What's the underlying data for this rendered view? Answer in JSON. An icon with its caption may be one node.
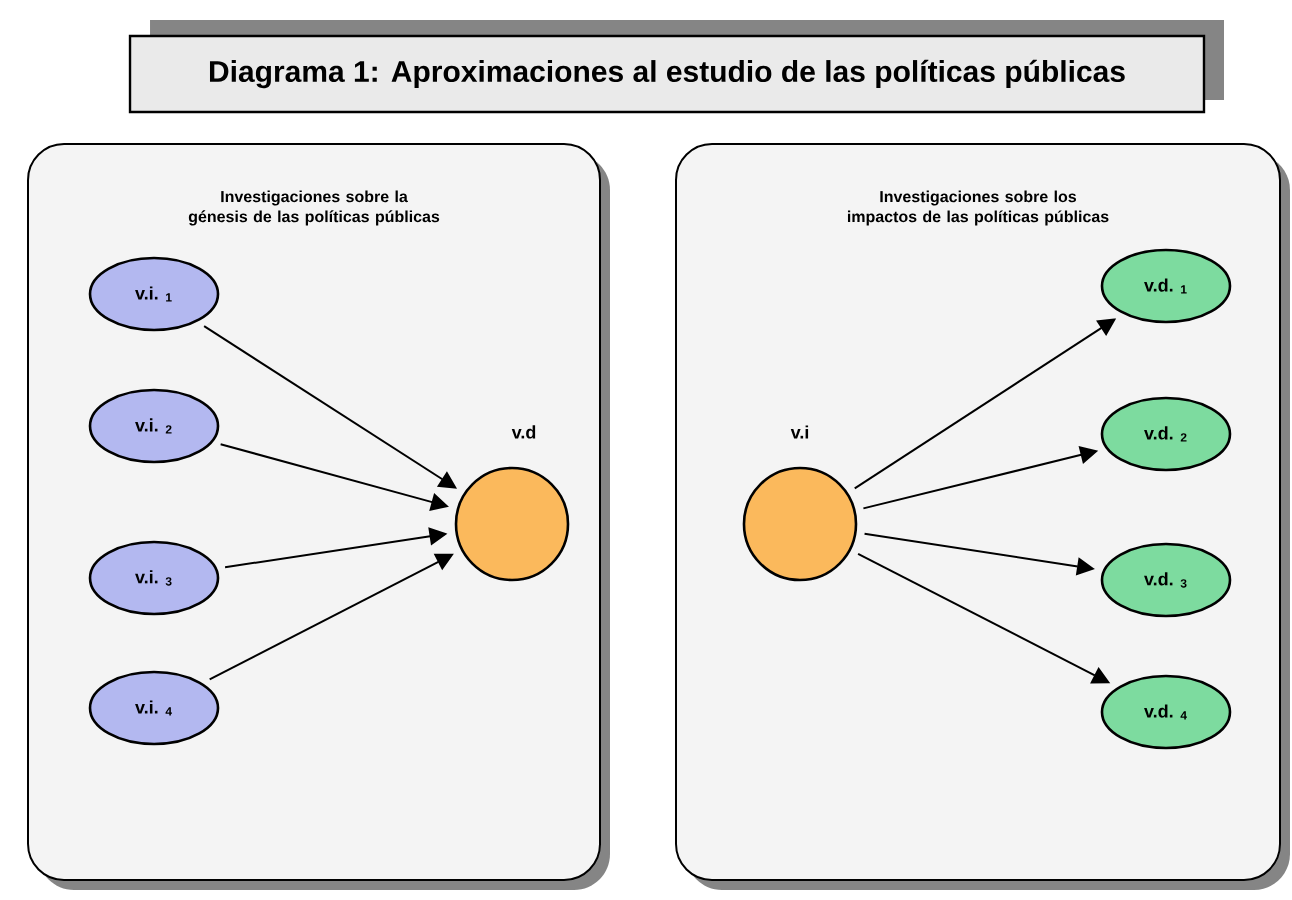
{
  "diagram": {
    "title": "Diagrama 1: Aproximaciones al estudio de las políticas públicas",
    "nodes": [
      {
        "text": [
          "Investigaciones sobre la génesis de las políticas públicas"
        ]
      },
      {
        "text": [
          "v.i. $_{1}$"
        ],
        "in": 0
      },
      {
        "text": [
          "v.i. $_{2}$"
        ],
        "in": 0
      },
      {
        "text": [
          "v.i. $_{3}$"
        ],
        "in": 0
      },
      {
        "text": [
          "v.i. $_{4}$"
        ],
        "in": 0
      },
      {
        "text": [],
        "shape": "circle",
        "beside": [
          "v.d"
        ],
        "in": 0
      },
      {
        "text": [
          "Investigaciones sobre los impactos de las políticas públicas"
        ]
      },
      {
        "text": [],
        "shape": "circle",
        "beside": [
          "v.i"
        ],
        "in": 6
      },
      {
        "text": [
          "v.d. $_{1}$"
        ],
        "in": 6
      },
      {
        "text": [
          "v.d. $_{2}$"
        ],
        "in": 6
      },
      {
        "text": [
          "v.d. $_{3}$"
        ],
        "in": 6
      },
      {
        "text": [
          "v.d. $_{4}$"
        ],
        "in": 6
      }
    ],
    "edges": [
      {
        "from": 1,
        "to": 5,
        "arrow": "to"
      },
      {
        "from": 2,
        "to": 5,
        "arrow": "to"
      },
      {
        "from": 3,
        "to": 5,
        "arrow": "to"
      },
      {
        "from": 4,
        "to": 5,
        "arrow": "to"
      },
      {
        "from": 7,
        "to": 8,
        "arrow": "to"
      },
      {
        "from": 7,
        "to": 9,
        "arrow": "to"
      },
      {
        "from": 7,
        "to": 10,
        "arrow": "to"
      },
      {
        "from": 7,
        "to": 11,
        "arrow": "to"
      }
    ]
  }
}
